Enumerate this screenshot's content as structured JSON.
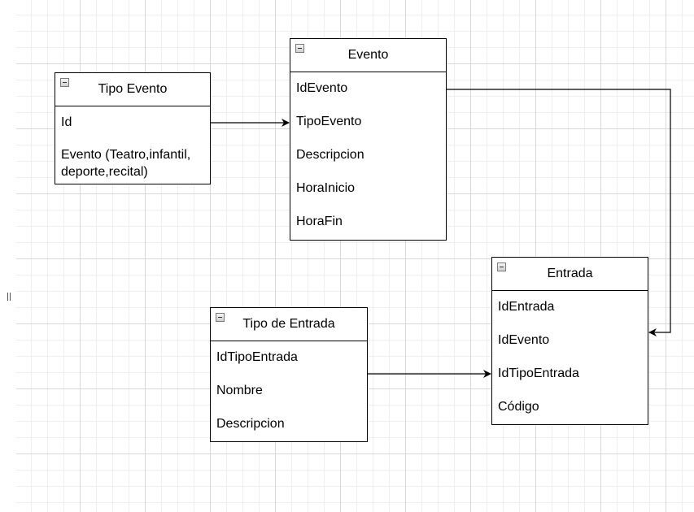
{
  "entities": {
    "tipo_evento": {
      "title": "Tipo Evento",
      "fields": [
        "Id",
        "Evento (Teatro,infantil, deporte,recital)"
      ]
    },
    "evento": {
      "title": "Evento",
      "fields": [
        "IdEvento",
        "TipoEvento",
        "Descripcion",
        "HoraInicio",
        "HoraFin"
      ]
    },
    "entrada": {
      "title": "Entrada",
      "fields": [
        "IdEntrada",
        "IdEvento",
        "IdTipoEntrada",
        "Código"
      ]
    },
    "tipo_de_entrada": {
      "title": "Tipo de Entrada",
      "fields": [
        "IdTipoEntrada",
        "Nombre",
        "Descripcion"
      ]
    }
  },
  "relations": [
    {
      "from": "Tipo Evento.Id",
      "to": "Evento.TipoEvento"
    },
    {
      "from": "Evento.IdEvento",
      "to": "Entrada.IdEvento"
    },
    {
      "from": "Tipo de Entrada.IdTipoEntrada",
      "to": "Entrada.IdTipoEntrada"
    }
  ],
  "colors": {
    "stroke": "#000000",
    "grid_major": "#d9d9d9",
    "grid_minor": "#efefef"
  }
}
